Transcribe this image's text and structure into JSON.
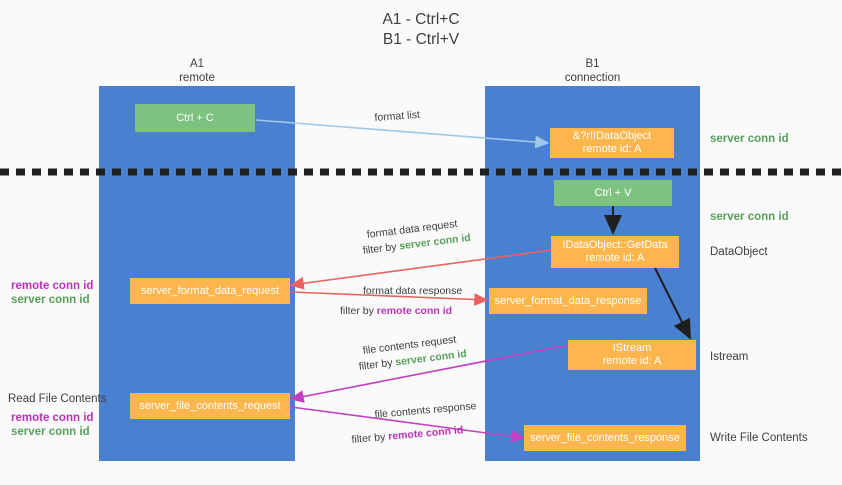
{
  "title": "A1 - Ctrl+C\nB1 - Ctrl+V",
  "colors": {
    "column_blue": "#4a80d0",
    "green_box": "#7dc37f",
    "orange_box": "#fcb64d",
    "server_conn_green": "#57a05a",
    "remote_conn_magenta": "#b832b8",
    "arrow_light_blue": "#9ec9ea",
    "arrow_red": "#e8635f",
    "arrow_magenta": "#c23fc2",
    "arrow_black": "#1f1f1f",
    "background": "#fafafa"
  },
  "columns": [
    {
      "name": "A1",
      "sub": "remote",
      "header": "A1\nremote"
    },
    {
      "name": "B1",
      "sub": "connection",
      "header": "B1\nconnection"
    }
  ],
  "boxes": {
    "ctrl_c": "Ctrl + C",
    "ctrl_v": "Ctrl + V",
    "idataobject_create": "&?r!IDataObject\nremote id: A",
    "idataobject_getdata": "IDataObject::GetData\nremote id: A",
    "istream": "IStream\nremote id: A",
    "server_format_data_request": "server_format_data_request",
    "server_format_data_response": "server_format_data_response",
    "server_file_contents_request": "server_file_contents_request",
    "server_file_contents_response": "server_file_contents_response"
  },
  "edge_labels": {
    "format_list": "format list",
    "format_data_request": "format data request",
    "format_data_request_filter_prefix": "filter by ",
    "format_data_request_filter_value": "server conn id",
    "format_data_response": "format data response",
    "format_data_response_filter_prefix": "filter by ",
    "format_data_response_filter_value": "remote conn id",
    "file_contents_request": "file contents request",
    "file_contents_request_filter_prefix": "filter by ",
    "file_contents_request_filter_value": "server conn id",
    "file_contents_response": "file contents response",
    "file_contents_response_filter_prefix": "filter by ",
    "file_contents_response_filter_value": "remote conn id"
  },
  "right_annotations": [
    {
      "id": "server-conn-id-top",
      "text": "server conn id",
      "style": "green"
    },
    {
      "id": "server-conn-id-mid",
      "text": "server conn id",
      "style": "green"
    },
    {
      "id": "dataobject",
      "text": "DataObject",
      "style": "plain"
    },
    {
      "id": "istream",
      "text": "Istream",
      "style": "plain"
    },
    {
      "id": "write-file-contents",
      "text": "Write File Contents",
      "style": "plain"
    }
  ],
  "left_annotations": [
    {
      "id": "format-data-conn-ids-remote",
      "text": "remote conn id",
      "style": "magenta"
    },
    {
      "id": "format-data-conn-ids-server",
      "text": "server conn id",
      "style": "green"
    },
    {
      "id": "read-file-contents",
      "text": "Read File Contents",
      "style": "plain"
    },
    {
      "id": "file-contents-conn-ids-remote",
      "text": "remote conn id",
      "style": "magenta"
    },
    {
      "id": "file-contents-conn-ids-server",
      "text": "server conn id",
      "style": "green"
    }
  ]
}
